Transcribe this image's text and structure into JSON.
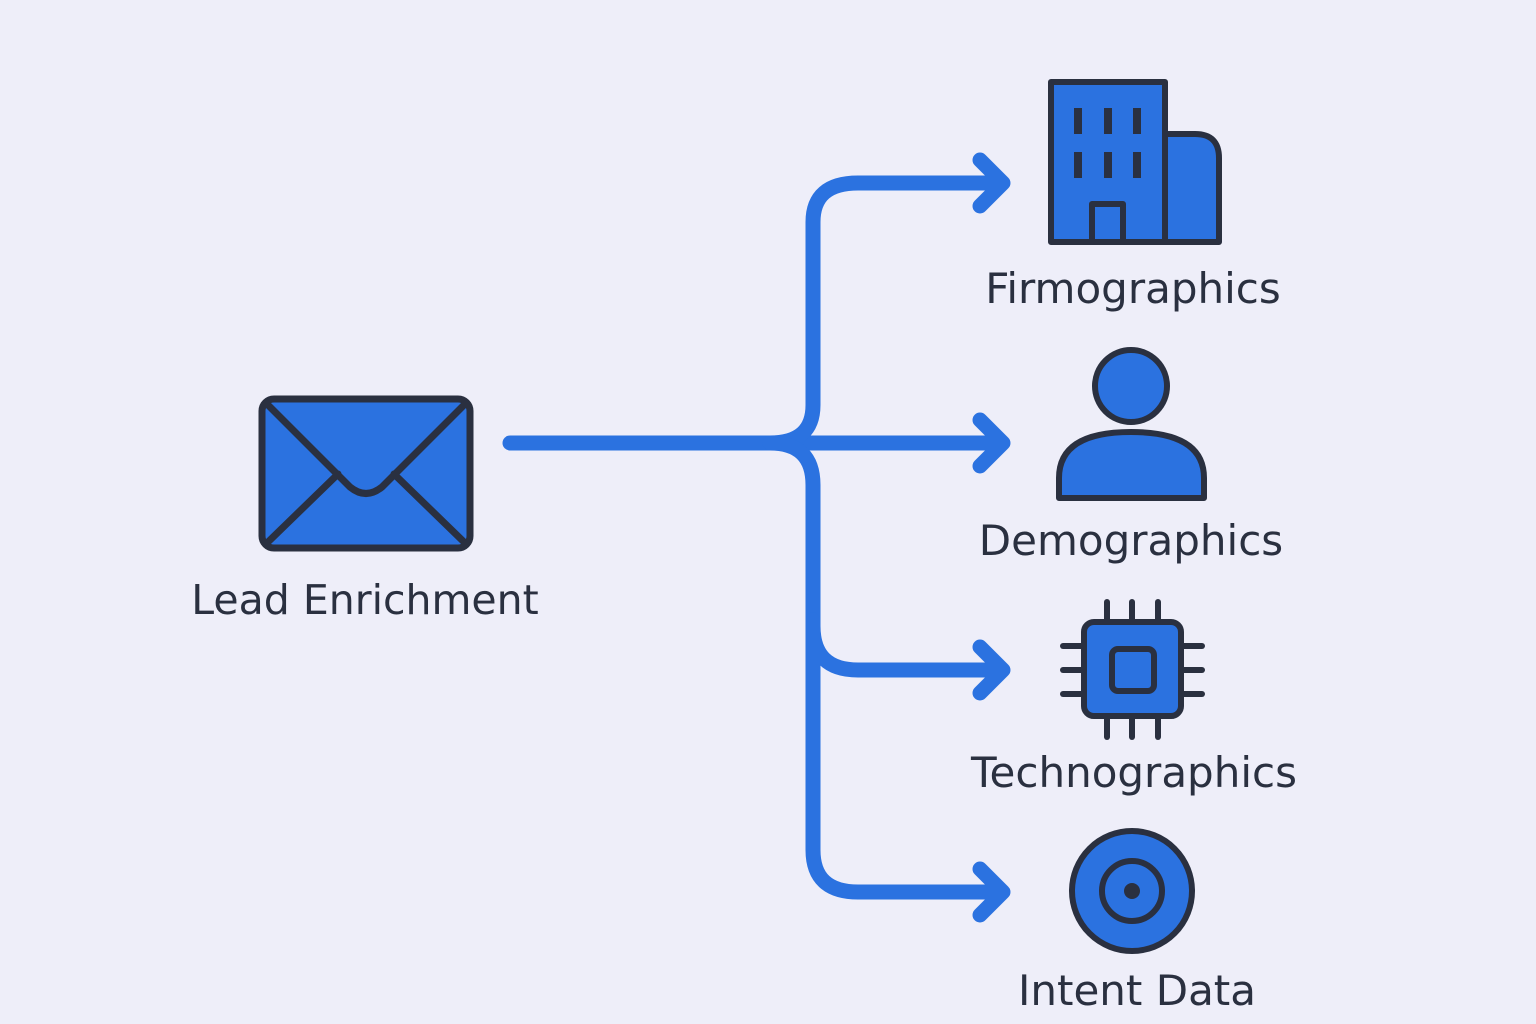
{
  "diagram": {
    "type": "fan-out flow",
    "accent_color": "#2b72e0",
    "stroke_color": "#2a3040",
    "background_color": "#eeeef9",
    "source": {
      "label": "Lead Enrichment",
      "icon": "envelope-icon"
    },
    "outputs": [
      {
        "label": "Firmographics",
        "icon": "building-icon"
      },
      {
        "label": "Demographics",
        "icon": "person-icon"
      },
      {
        "label": "Technographics",
        "icon": "chip-icon"
      },
      {
        "label": "Intent Data",
        "icon": "target-icon"
      }
    ]
  }
}
